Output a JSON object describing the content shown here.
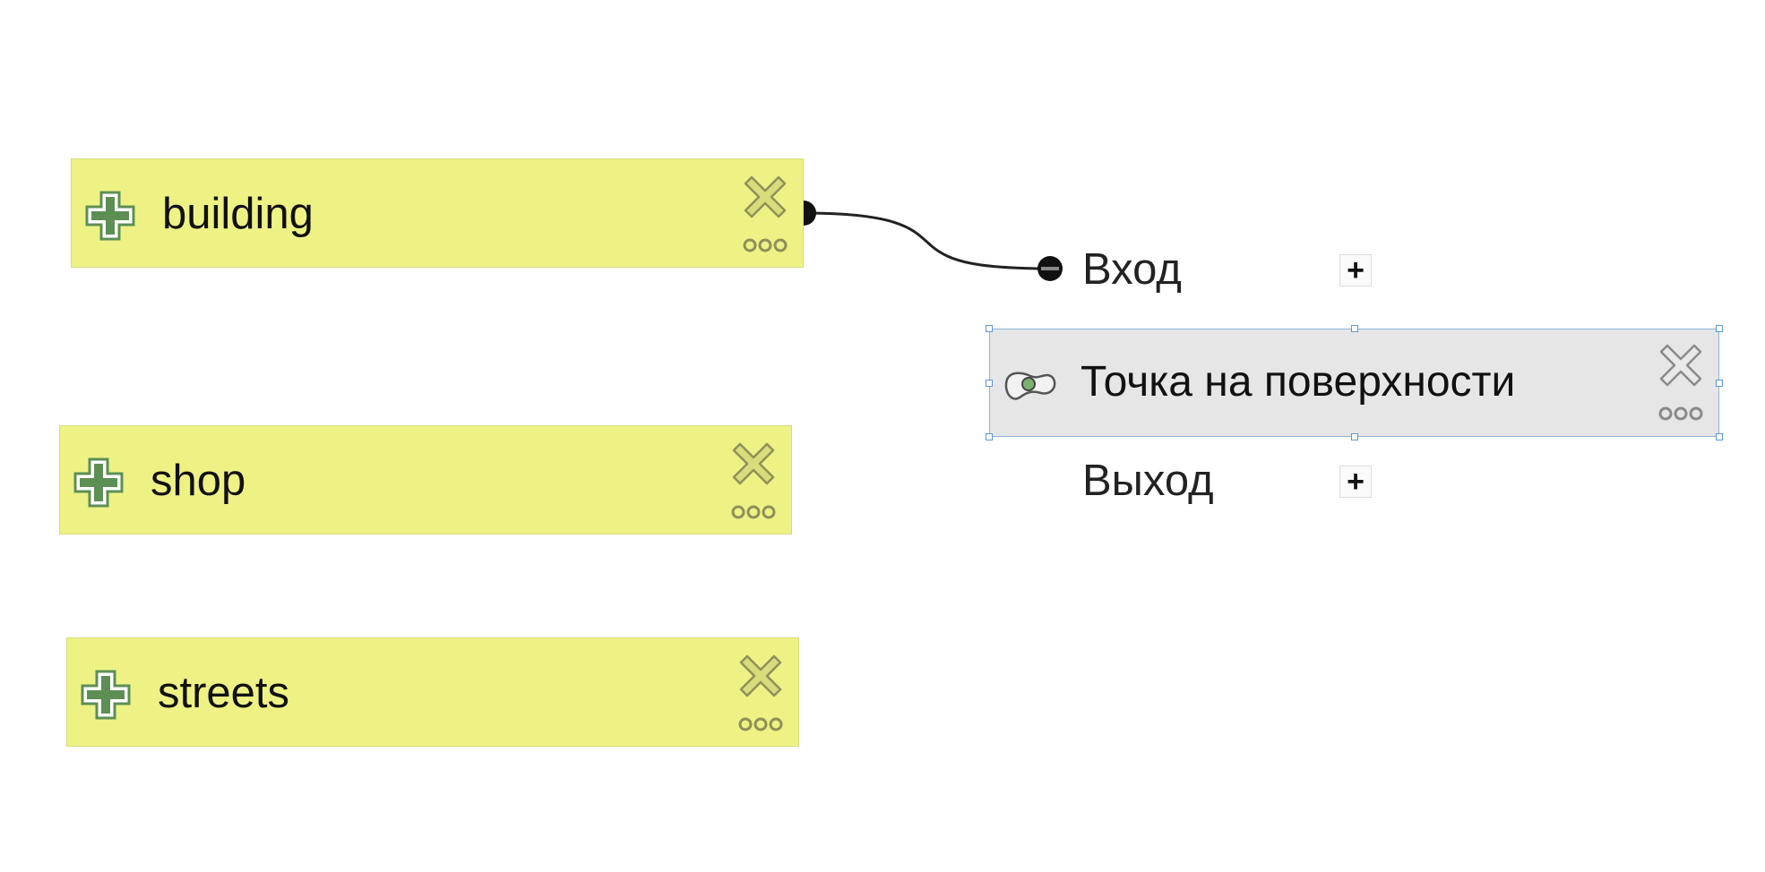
{
  "nodes": {
    "building": {
      "label": "building",
      "icon": "input-plus-icon"
    },
    "shop": {
      "label": "shop",
      "icon": "input-plus-icon"
    },
    "streets": {
      "label": "streets",
      "icon": "input-plus-icon"
    }
  },
  "algorithm": {
    "label": "Точка на поверхности",
    "icon": "point-on-surface-icon",
    "input_label": "Вход",
    "output_label": "Выход",
    "add_symbol": "+"
  },
  "colors": {
    "input_node_bg": "#eef285",
    "algorithm_node_bg": "#e6e6e6",
    "selection": "#5b97d6",
    "icon_green": "#5d8f55"
  }
}
